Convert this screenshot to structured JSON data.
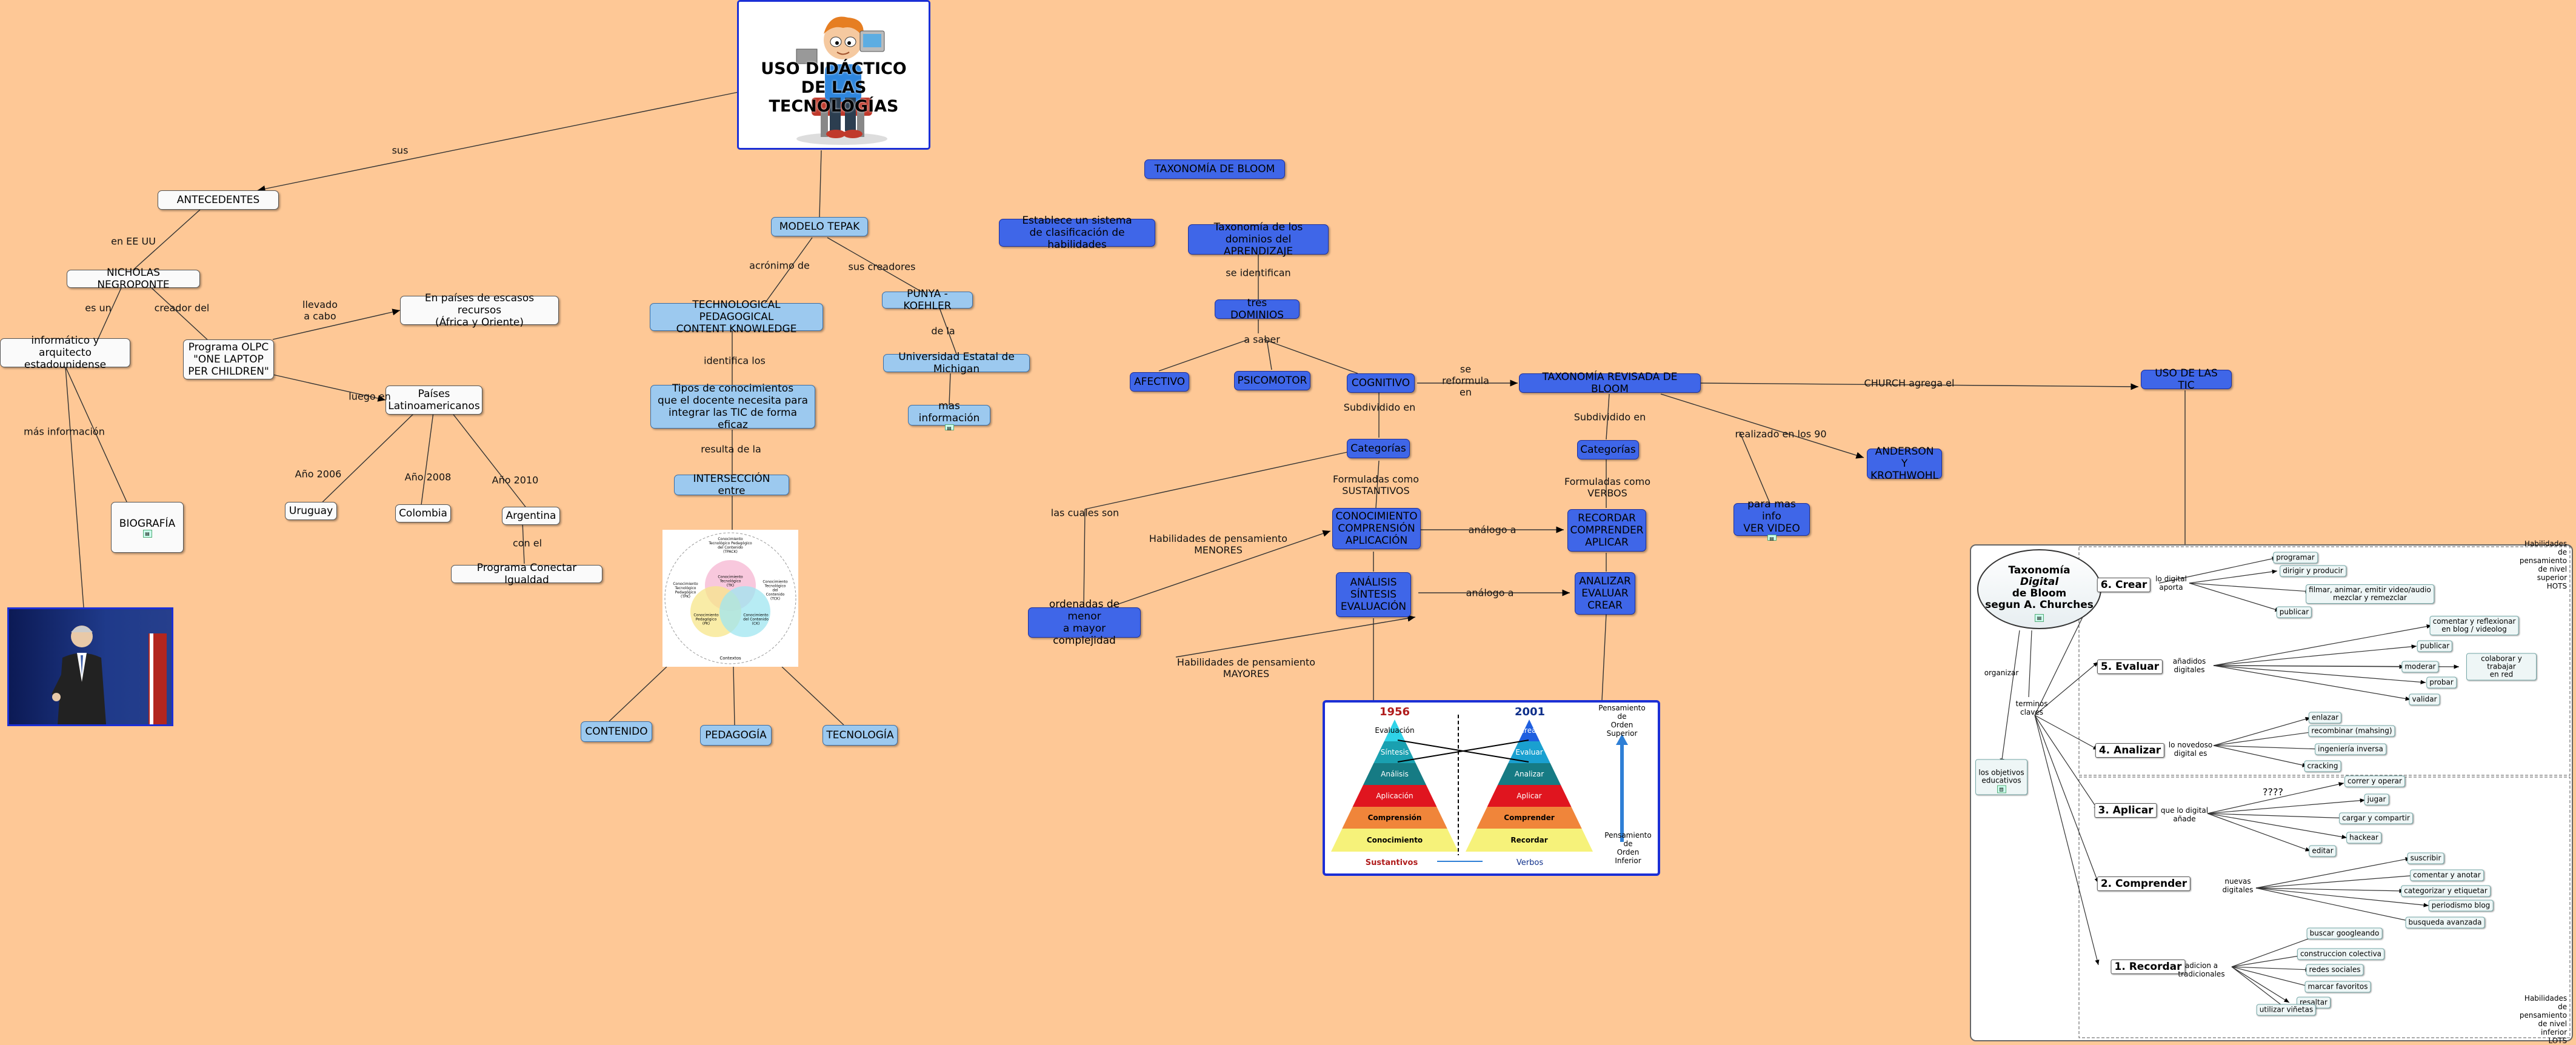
{
  "colors": {
    "background": "#fec896",
    "light_blue": "#9cc9ef",
    "dark_blue": "#3f66e8",
    "white": "#fafafa"
  },
  "title": {
    "line1": "USO DIDÁCTICO",
    "line2": "DE LAS TECNOLOGÍAS"
  },
  "nodes": {
    "antecedentes": "ANTECEDENTES",
    "negroponte": "NICHOLAS NEGROPONTE",
    "informatico": "informático y arquitecto\nestadounidense",
    "olpc": "Programa OLPC\n\"ONE LAPTOP\nPER CHILDREN\"",
    "escasos": "En países de escasos recursos\n(África y Oriente)",
    "latino": "Países\nLatinoamericanos",
    "biografia": "BIOGRAFÍA",
    "uruguay": "Uruguay",
    "colombia": "Colombia",
    "argentina": "Argentina",
    "conectar": "Programa Conectar Igualdad",
    "tepak": "MODELO TEPAK",
    "tpck": "TECHNOLOGICAL PEDAGOGICAL\nCONTENT KNOWLEDGE",
    "punya": "PUNYA - KOEHLER",
    "michigan": "Universidad Estatal de Michigan",
    "masinfo": "mas información",
    "tipos": "Tipos de conocimientos\nque el docente necesita para\nintegrar las TIC de forma eficaz",
    "interseccion": "INTERSECCIÓN entre",
    "contenido": "CONTENIDO",
    "pedagogia": "PEDAGOGÍA",
    "tecnologia": "TECNOLOGÍA",
    "taxonomia": "TAXONOMÍA DE BLOOM",
    "establece": "Establece un sistema\nde clasificación de habilidades",
    "dominios_tax": "Taxonomía de los\ndominios del APRENDIZAJE",
    "tres": "tres DOMINIOS",
    "afectivo": "AFECTIVO",
    "psicomotor": "PSICOMOTOR",
    "cognitivo": "COGNITIVO",
    "categorias1": "Categorías",
    "conocimiento": "CONOCIMIENTO\nCOMPRENSIÓN\nAPLICACIÓN",
    "analisis": "ANÁLISIS\nSÍNTESIS\nEVALUACIÓN",
    "ordenadas": "ordenadas de menor\na mayor complejidad",
    "revisada": "TAXONOMÍA REVISADA DE BLOOM",
    "categorias2": "Categorías",
    "recordar": "RECORDAR\nCOMPRENDER\nAPLICAR",
    "analizar": "ANALIZAR\nEVALUAR\nCREAR",
    "video": "para mas info\nVER VIDEO",
    "anderson": "ANDERSON Y\nKROTHWOHL",
    "uso_tic": "USO DE LAS TIC"
  },
  "link_labels": {
    "sus": "sus",
    "en_ee_uu": "en EE UU",
    "es_un": "es un",
    "creador_del": "creador del",
    "llevado": "llevado\na cabo",
    "luego_en": "luego en",
    "mas_informacion": "más información",
    "anio2006": "Año 2006",
    "anio2008": "Año 2008",
    "anio2010": "Año 2010",
    "con_el": "con el",
    "acronimo": "acrónimo de",
    "sus_creadores": "sus creadores",
    "de_la": "de la",
    "identifica": "identifica los",
    "resulta": "resulta de la",
    "se_identifican": "se identifican",
    "a_saber": "a saber",
    "subdividido1": "Subdividido en",
    "formuladas1": "Formuladas como\nSUSTANTIVOS",
    "las_cuales": "las cuales son",
    "hab_menores": "Habilidades de pensamiento\nMENORES",
    "hab_mayores": "Habilidades de pensamiento\nMAYORES",
    "analogo1": "análogo a",
    "analogo2": "análogo a",
    "se_reformula": "se\nreformula\nen",
    "subdividido2": "Subdividido en",
    "formuladas2": "Formuladas como\nVERBOS",
    "realizado": "realizado en los 90",
    "church": "CHURCH agrega el"
  },
  "tpack_venn": {
    "top": "Conocimiento\nTecnológico Pedagógico\ndel Contenido\n(TPACK)",
    "tk": "Conocimiento\nTecnológico\n(TK)",
    "pk": "Conocimiento\nPedagógico\n(PK)",
    "ck": "Conocimiento\ndel Contenido\n(CK)",
    "tpk": "Conocimiento\nTecnológico\nPedagógico\n(TPK)",
    "tck": "Conocimiento\nTecnológico del\nContenido\n(TCK)",
    "bottom": "Contextos"
  },
  "bloom_compare": {
    "year_old": "1956",
    "year_new": "2001",
    "old_levels": [
      "Evaluación",
      "Síntesis",
      "Análisis",
      "Aplicación",
      "Comprensión",
      "Conocimiento"
    ],
    "new_levels": [
      "Crear",
      "Evaluar",
      "Analizar",
      "Aplicar",
      "Comprender",
      "Recordar"
    ],
    "upper": "Pensamiento de\nOrden Superior",
    "lower": "Pensamiento de\nOrden Inferior",
    "sustantivos": "Sustantivos",
    "verbos": "Verbos"
  },
  "churches": {
    "title_l1": "Taxonomía",
    "title_l2": "Digital",
    "title_l3": "de Bloom",
    "title_l4": "segun A. Churches",
    "organizar": "organizar",
    "terminos": "terminos\nclaves",
    "objetivos": "los objetivos\neducativos",
    "hots": "Habilidades\nde pensamiento\nde nivel superior\nHOTS",
    "lots": "Habilidades\nde pensamiento\nde nivel inferior\nLOTS",
    "q": "????",
    "levels": [
      {
        "name": "6. Crear",
        "conn": "lo digital\naporta",
        "items": [
          "programar",
          "dirigir y producir",
          "filmar, animar, emitir video/audio\nmezclar y remezclar",
          "publicar"
        ]
      },
      {
        "name": "5. Evaluar",
        "conn": "añadidos\ndigitales",
        "items": [
          "comentar y reflexionar\nen blog / videolog",
          "publicar",
          "moderar",
          "colaborar y trabajar\nen red",
          "probar",
          "validar"
        ]
      },
      {
        "name": "4. Analizar",
        "conn": "lo novedoso\ndigital es",
        "items": [
          "enlazar",
          "recombinar (mahsing)",
          "ingeniería inversa",
          "cracking"
        ]
      },
      {
        "name": "3. Aplicar",
        "conn": "que lo digital\nañade",
        "items": [
          "correr y operar",
          "jugar",
          "cargar y compartir",
          "hackear",
          "editar"
        ]
      },
      {
        "name": "2. Comprender",
        "conn": "nuevas\ndigitales",
        "items": [
          "suscribir",
          "comentar y anotar",
          "categorizar y etiquetar",
          "periodismo blog",
          "busqueda avanzada"
        ]
      },
      {
        "name": "1. Recordar",
        "conn": "adicion a\ntradicionales",
        "items": [
          "buscar googleando",
          "construccion colectiva",
          "redes sociales",
          "marcar favoritos",
          "resaltar",
          "utilizar viñetas"
        ]
      }
    ]
  }
}
